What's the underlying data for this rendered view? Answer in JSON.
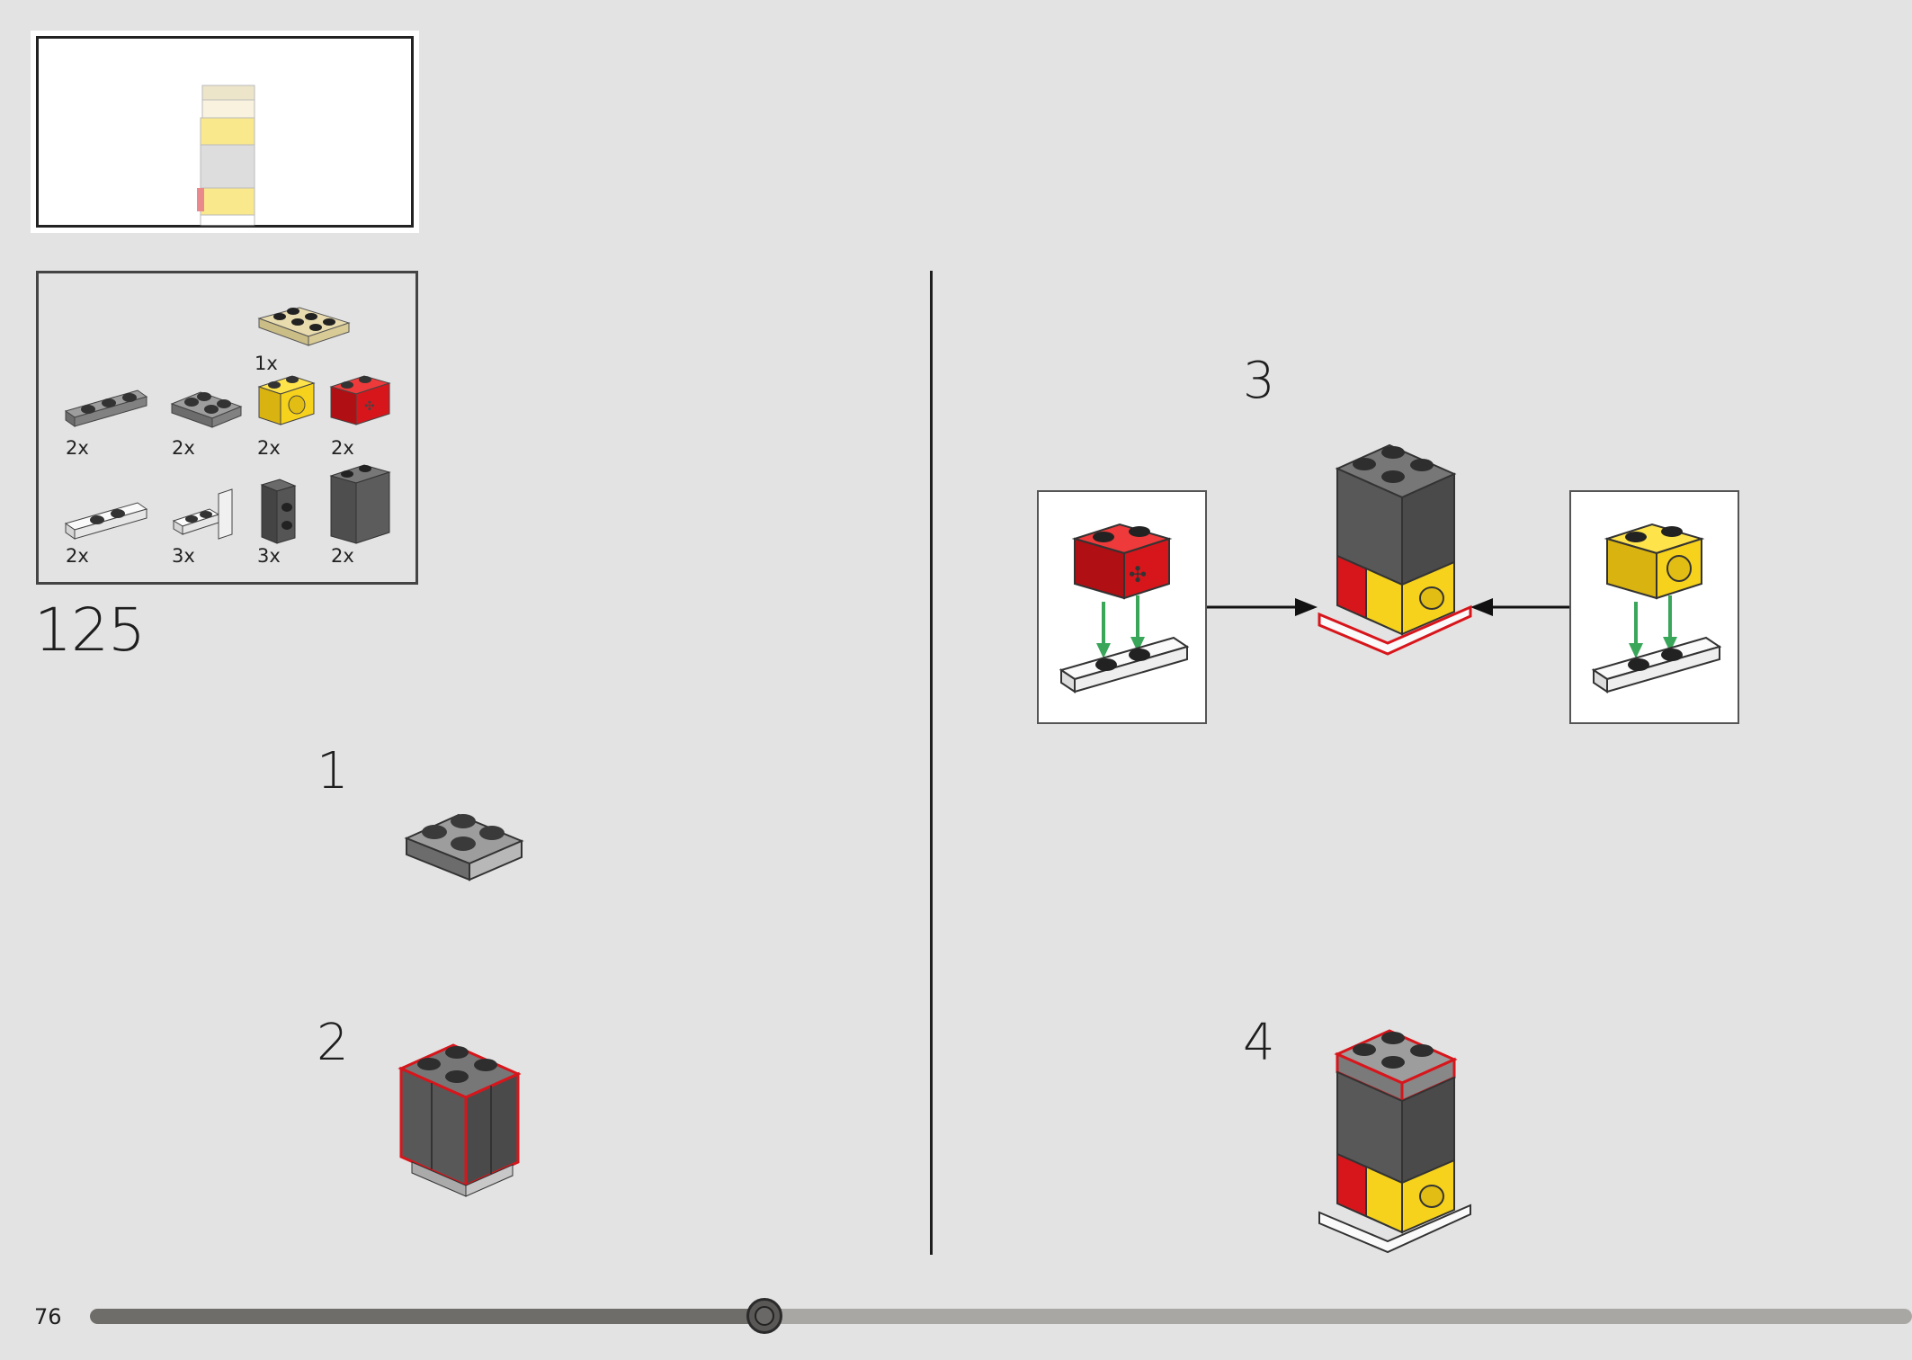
{
  "page": {
    "number": "76",
    "main_step": "125"
  },
  "parts": [
    {
      "name": "tan-plate-2x3",
      "qty": "1x"
    },
    {
      "name": "gray-plate-1x3",
      "qty": "2x"
    },
    {
      "name": "gray-plate-2x2",
      "qty": "2x"
    },
    {
      "name": "yellow-technic-brick",
      "qty": "2x"
    },
    {
      "name": "red-technic-brick-axle",
      "qty": "2x"
    },
    {
      "name": "white-jumper-plate",
      "qty": "2x"
    },
    {
      "name": "white-bracket",
      "qty": "3x"
    },
    {
      "name": "dark-bracket",
      "qty": "3x"
    },
    {
      "name": "dark-brick-1x2x2",
      "qty": "2x"
    }
  ],
  "steps": [
    {
      "number": "1"
    },
    {
      "number": "2"
    },
    {
      "number": "3"
    },
    {
      "number": "4"
    }
  ],
  "progress": {
    "fraction": 0.37
  },
  "colors": {
    "background": "#e3e3e3",
    "red": "#d7161c",
    "yellow": "#f6d21c",
    "dark_gray": "#5c5c5c",
    "light_gray": "#9a9a9a",
    "tan": "#dccd96",
    "arrow_green": "#3aa65a"
  }
}
